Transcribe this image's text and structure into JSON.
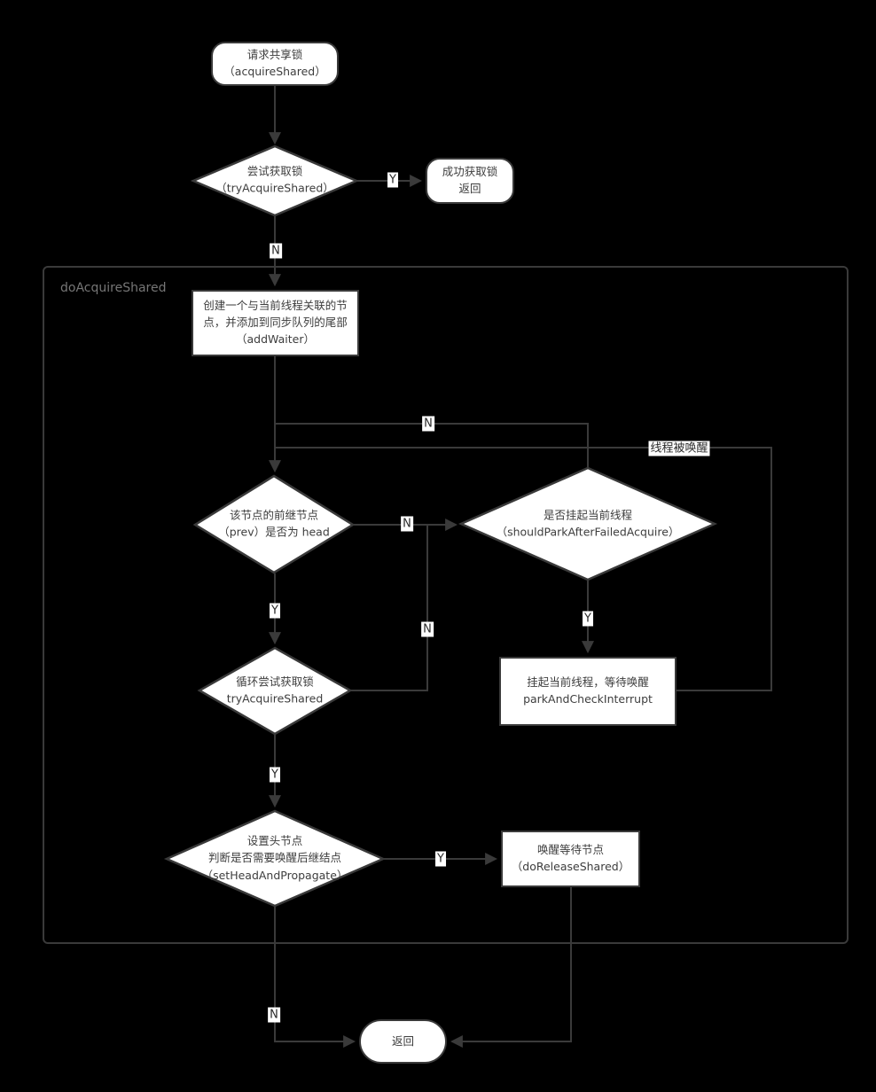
{
  "diagram": {
    "container_label": "doAcquireShared",
    "nodes": {
      "start": {
        "line1": "请求共享锁",
        "line2": "（acquireShared）"
      },
      "try_acquire": {
        "line1": "尝试获取锁",
        "line2": "（tryAcquireShared）"
      },
      "success": {
        "line1": "成功获取锁",
        "line2": "返回"
      },
      "add_waiter": {
        "line1": "创建一个与当前线程关联的节",
        "line2": "点，并添加到同步队列的尾部",
        "line3": "（addWaiter）"
      },
      "prev_is_head": {
        "line1": "该节点的前继节点",
        "line2": "（prev）是否为 head"
      },
      "should_park": {
        "line1": "是否挂起当前线程",
        "line2": "（shouldParkAfterFailedAcquire）"
      },
      "park": {
        "line1": "挂起当前线程，等待唤醒",
        "line2": "parkAndCheckInterrupt"
      },
      "loop_try": {
        "line1": "循环尝试获取锁",
        "line2": "tryAcquireShared"
      },
      "set_head": {
        "line1": "设置头节点",
        "line2": "判断是否需要唤醒后继结点",
        "line3": "（setHeadAndPropagate）"
      },
      "do_release": {
        "line1": "唤醒等待节点",
        "line2": "（doReleaseShared）"
      },
      "return_node": {
        "line1": "返回"
      }
    },
    "edge_labels": {
      "try_yes": "Y",
      "try_no": "N",
      "should_park_no": "N",
      "woken": "线程被唤醒",
      "prev_no": "N",
      "loop_no": "N",
      "prev_yes": "Y",
      "should_park_yes": "Y",
      "loop_yes": "Y",
      "set_head_yes": "Y",
      "set_head_no": "N"
    },
    "colors": {
      "background": "#000000",
      "node_fill": "#ffffff",
      "stroke": "#3a3a3a",
      "node_text": "#3d3d3d",
      "container_label_text": "#767676"
    }
  }
}
